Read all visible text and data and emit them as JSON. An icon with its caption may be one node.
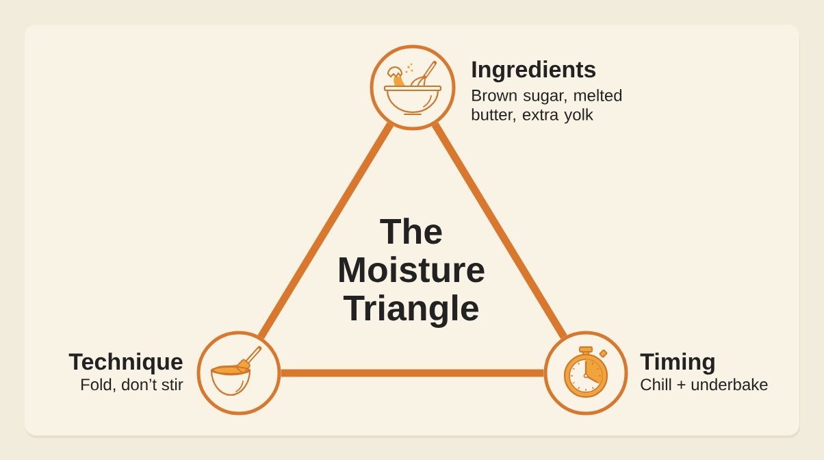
{
  "diagram": {
    "title": "The Moisture Triangle",
    "nodes": [
      {
        "text": [
          "Ingredients",
          "Brown sugar, melted butter, extra yolk"
        ]
      },
      {
        "text": [
          "Technique",
          "Fold, don’t stir"
        ]
      },
      {
        "text": [
          "Timing",
          "Chill + underbake"
        ]
      }
    ],
    "edges": [
      {
        "from": 0,
        "to": 1,
        "arrow": "none"
      },
      {
        "from": 0,
        "to": 2,
        "arrow": "none"
      },
      {
        "from": 1,
        "to": 2,
        "arrow": "none"
      }
    ]
  }
}
